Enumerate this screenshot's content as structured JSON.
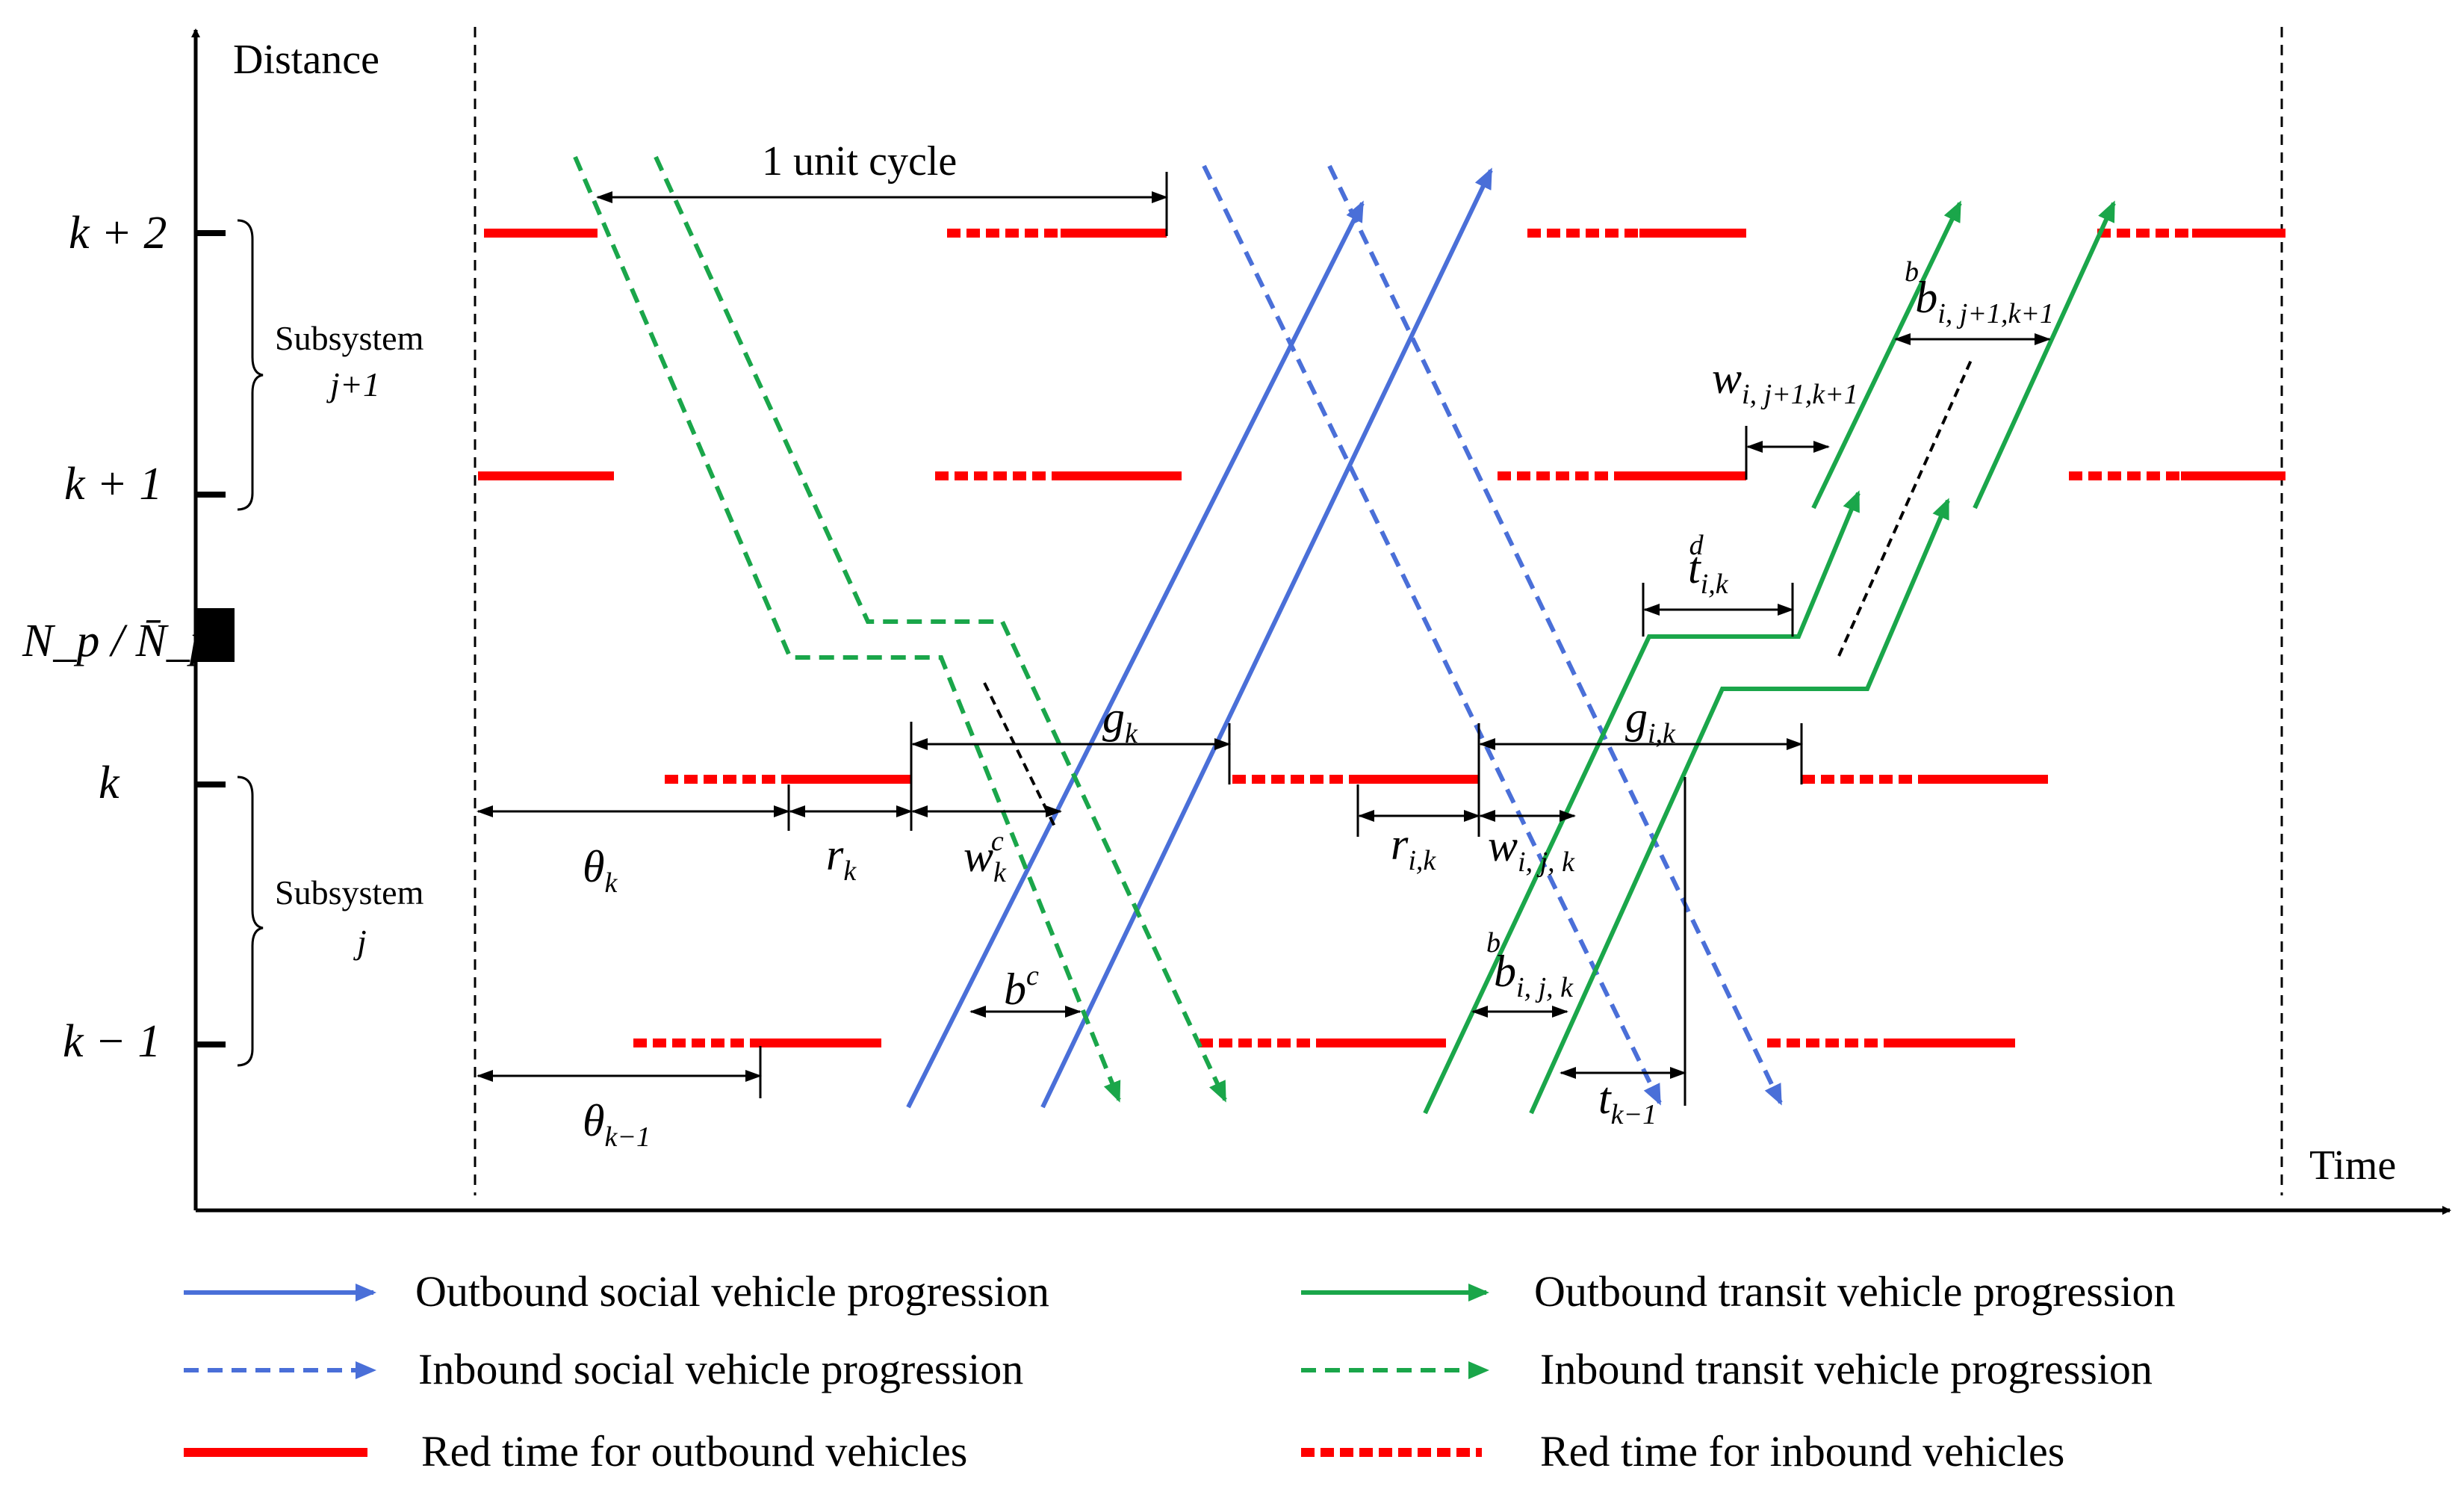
{
  "axes": {
    "y_label": "Distance",
    "x_label": "Time"
  },
  "levels": [
    {
      "id": "k+2",
      "label": "k + 2"
    },
    {
      "id": "k+1",
      "label": "k + 1"
    },
    {
      "id": "np",
      "label": "N_p / N̄_p"
    },
    {
      "id": "k",
      "label": "k"
    },
    {
      "id": "k-1",
      "label": "k − 1"
    }
  ],
  "subsystems": [
    {
      "line1": "Subsystem",
      "line2": "j+1"
    },
    {
      "line1": "Subsystem",
      "line2": "j"
    }
  ],
  "annotations": {
    "unit_cycle": "1 unit cycle",
    "theta_k": "θ",
    "theta_k_sub": "k",
    "theta_km1": "θ",
    "theta_km1_sub": "k−1",
    "r_k": "r",
    "r_k_sub": "k",
    "w_k": "w",
    "w_k_sub": "k",
    "w_k_sup": "c",
    "g_k": "g",
    "g_k_sub": "k",
    "b_c": "b",
    "b_c_sup": "c",
    "r_ik": "r",
    "r_ik_sub": "i,k",
    "w_ijk": "w",
    "w_ijk_sub": "i, j, k",
    "g_ik": "g",
    "g_ik_sub": "i,k",
    "b_ijk": "b",
    "b_ijk_sub": "i, j, k",
    "b_ijk_sup": "b",
    "t_km1": "t",
    "t_km1_sub": "k−1",
    "t_ik": "t",
    "t_ik_sub": "i,k",
    "t_ik_sup": "d",
    "w_ij1k1": "w",
    "w_ij1k1_sub": "i, j+1,k+1",
    "b_ij1k1": "b",
    "b_ij1k1_sub": "i, j+1,k+1",
    "b_ij1k1_sup": "b"
  },
  "legend": [
    {
      "label": "Outbound social vehicle progression",
      "color": "#4a6fd8",
      "style": "solid-arrow"
    },
    {
      "label": "Inbound social vehicle progression",
      "color": "#4a6fd8",
      "style": "dashed-arrow"
    },
    {
      "label": "Red time for outbound vehicles",
      "color": "#ff0000",
      "style": "solid-bar"
    },
    {
      "label": "Outbound transit vehicle  progression",
      "color": "#1aa64a",
      "style": "solid-arrow"
    },
    {
      "label": "Inbound transit vehicle  progression",
      "color": "#1aa64a",
      "style": "dashed-arrow"
    },
    {
      "label": "Red time for inbound vehicles",
      "color": "#ff0000",
      "style": "dotted-bar"
    }
  ],
  "colors": {
    "social": "#4a6fd8",
    "transit": "#1aa64a",
    "red": "#ff0000",
    "axis": "#000000"
  }
}
